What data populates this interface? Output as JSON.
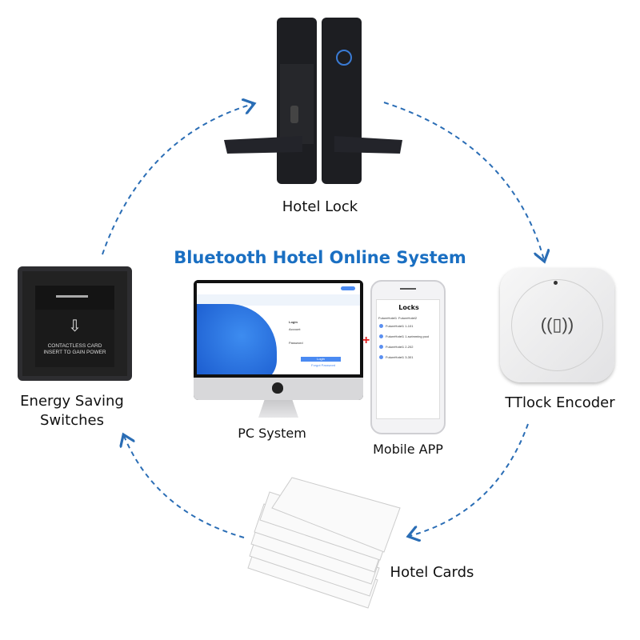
{
  "title": "Bluetooth Hotel Online System",
  "nodes": {
    "hotel_lock": "Hotel Lock",
    "encoder": "TTlock Encoder",
    "cards": "Hotel Cards",
    "switch_line1": "Energy Saving",
    "switch_line2": "Switches",
    "pc": "PC System",
    "mobile": "Mobile APP"
  },
  "switch_text": [
    "CONTACTLESS CARD",
    "INSERT TO GAIN POWER"
  ],
  "plus": "+",
  "pc_screen": {
    "login_title": "Login",
    "account": "Account",
    "password": "Password",
    "login_button": "Login",
    "forgot": "Forgot Password"
  },
  "app_screen": {
    "header": "Locks",
    "tabs": [
      "FutureHotel1",
      "FutureHotel2"
    ],
    "items": [
      "FutureHotel1 1-101",
      "FutureHotel1 1-swimming pool",
      "FutureHotel1 2-202",
      "FutureHotel1 3-301"
    ]
  },
  "colors": {
    "accent": "#1a6fc2",
    "arrow": "#2a6db5",
    "plus": "#e02020"
  }
}
